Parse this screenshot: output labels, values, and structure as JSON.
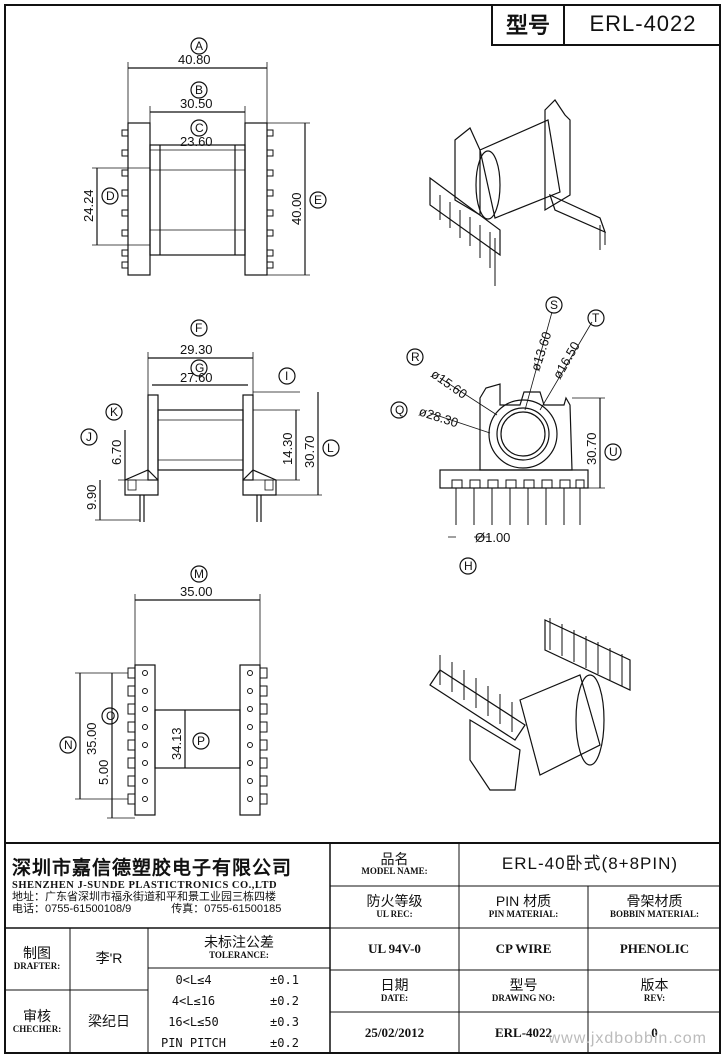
{
  "header": {
    "label": "型号",
    "model": "ERL-4022"
  },
  "dims": {
    "A": "40.80",
    "B": "30.50",
    "C": "23.60",
    "D": "24.24",
    "E": "40.00",
    "F": "29.30",
    "G": "27.60",
    "I": "",
    "J": "9.90",
    "K": "6.70",
    "H_pitch": "Ø1.00",
    "L": "30.70",
    "L2": "14.30",
    "M": "35.00",
    "N": "35.00",
    "O": "5.00",
    "P": "34.13",
    "Q": "ø28.30",
    "R": "ø15.60",
    "S": "ø13.60",
    "T": "ø16.50",
    "U": "30.70"
  },
  "markers": [
    "A",
    "B",
    "C",
    "D",
    "E",
    "F",
    "G",
    "I",
    "J",
    "K",
    "L",
    "M",
    "N",
    "O",
    "P",
    "Q",
    "R",
    "S",
    "T",
    "U",
    "H"
  ],
  "company": {
    "name_zh": "深圳市嘉信德塑胶电子有限公司",
    "name_en": "SHENZHEN J-SUNDE PLASTICTRONICS CO.,LTD",
    "address": "地址：广东省深圳市福永街道和平和景工业园三栋四楼",
    "phone": "电话：0755-61500108/9",
    "fax": "传真：0755-61500185"
  },
  "table": {
    "model_name_zh": "品名",
    "model_name_en": "MODEL NAME:",
    "model_name_val": "ERL-40卧式(8+8PIN)",
    "ul_zh": "防火等级",
    "ul_en": "UL REC:",
    "ul_val": "UL 94V-0",
    "pin_zh": "PIN 材质",
    "pin_en": "PIN MATERIAL:",
    "pin_val": "CP WIRE",
    "bobbin_zh": "骨架材质",
    "bobbin_en": "BOBBIN MATERIAL:",
    "bobbin_val": "PHENOLIC",
    "drafter_zh": "制图",
    "drafter_en": "DRAFTER:",
    "drafter_val": "李'R",
    "checker_zh": "审核",
    "checker_en": "CHECHER:",
    "checker_val": "梁纪日",
    "tol_zh": "未标注公差",
    "tol_en": "TOLERANCE:",
    "tol_rows": [
      [
        "0<L≤4",
        "±0.1"
      ],
      [
        "4<L≤16",
        "±0.2"
      ],
      [
        "16<L≤50",
        "±0.3"
      ],
      [
        "PIN PITCH",
        "±0.2"
      ]
    ],
    "date_zh": "日期",
    "date_en": "DATE:",
    "date_val": "25/02/2012",
    "drawing_zh": "型号",
    "drawing_en": "DRAWING NO:",
    "drawing_val": "ERL-4022",
    "rev_zh": "版本",
    "rev_en": "REV:",
    "rev_val": "0"
  },
  "watermark": "www.jxdbobbin.com"
}
